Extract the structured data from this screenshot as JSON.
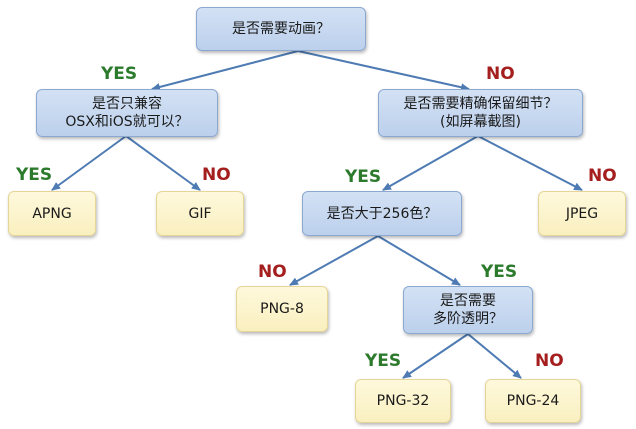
{
  "colors": {
    "yes": "#2c7a2c",
    "no": "#a51e1e",
    "edge": "#4e7bb3"
  },
  "nodes": {
    "root": "是否需要动画？",
    "compat_line1": "是否只兼容",
    "compat_line2": "OSX和iOS就可以？",
    "detail_line1": "是否需要精确保留细节？",
    "detail_line2": "(如屏幕截图)",
    "apng": "APNG",
    "gif": "GIF",
    "colors256": "是否大于256色？",
    "jpeg": "JPEG",
    "png8": "PNG-8",
    "alpha_line1": "是否需要",
    "alpha_line2": "多阶透明？",
    "png32": "PNG-32",
    "png24": "PNG-24"
  },
  "labels": {
    "root_yes": "YES",
    "root_no": "NO",
    "compat_yes": "YES",
    "compat_no": "NO",
    "detail_yes": "YES",
    "detail_no": "NO",
    "colors_no": "NO",
    "colors_yes": "YES",
    "alpha_yes": "YES",
    "alpha_no": "NO"
  }
}
